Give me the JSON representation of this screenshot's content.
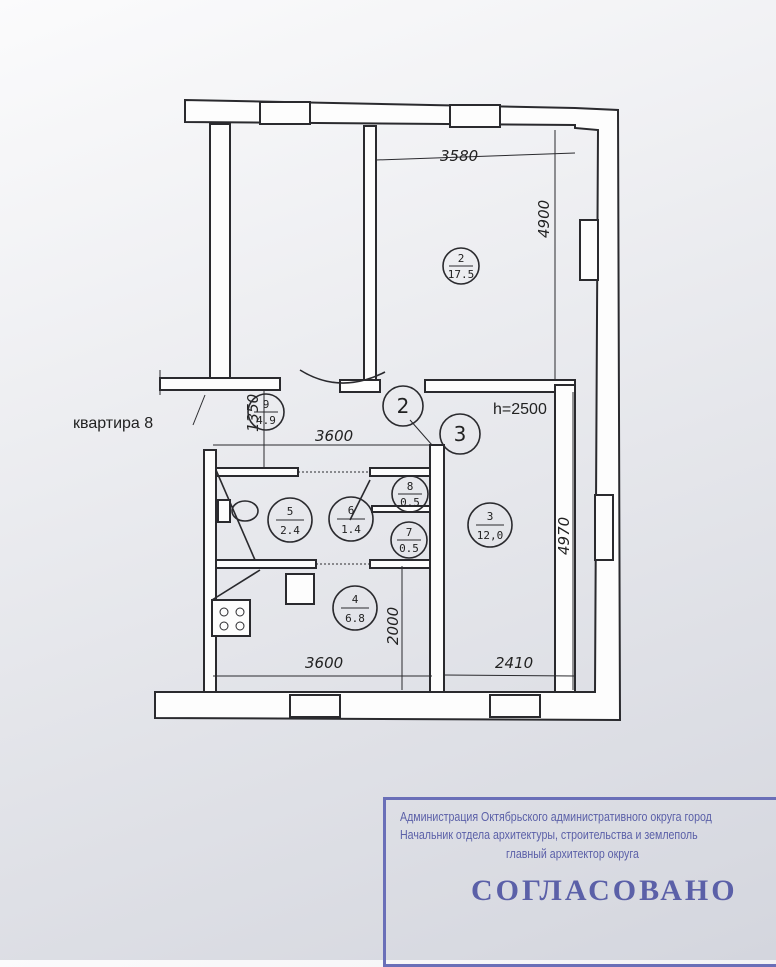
{
  "apartment_label": "квартира 8",
  "ceiling_height": "h=2500",
  "dimensions": {
    "top_width": "3580",
    "room2_depth": "4900",
    "corridor_depth": "1350",
    "corridor_width": "3600",
    "room3_depth": "4970",
    "kitchen_depth": "2000",
    "bottom_left_width": "3600",
    "bottom_right_width": "2410"
  },
  "rooms": [
    {
      "number": "2",
      "area": "17.5"
    },
    {
      "number": "9",
      "area": "4.9"
    },
    {
      "number": "5",
      "area": "2.4"
    },
    {
      "number": "6",
      "area": "1.4"
    },
    {
      "number": "8",
      "area": "0.5"
    },
    {
      "number": "7",
      "area": "0.5"
    },
    {
      "number": "3",
      "area": "12,0"
    },
    {
      "number": "4",
      "area": "6.8"
    }
  ],
  "section_markers": [
    "2",
    "3"
  ],
  "stamp": {
    "line1": "Администрация Октябрьского административного округа город",
    "line2": "Начальник отдела архитектуры, строительства и землеполь",
    "line3": "главный архитектор округа",
    "title": "СОГЛАСОВАНО"
  }
}
